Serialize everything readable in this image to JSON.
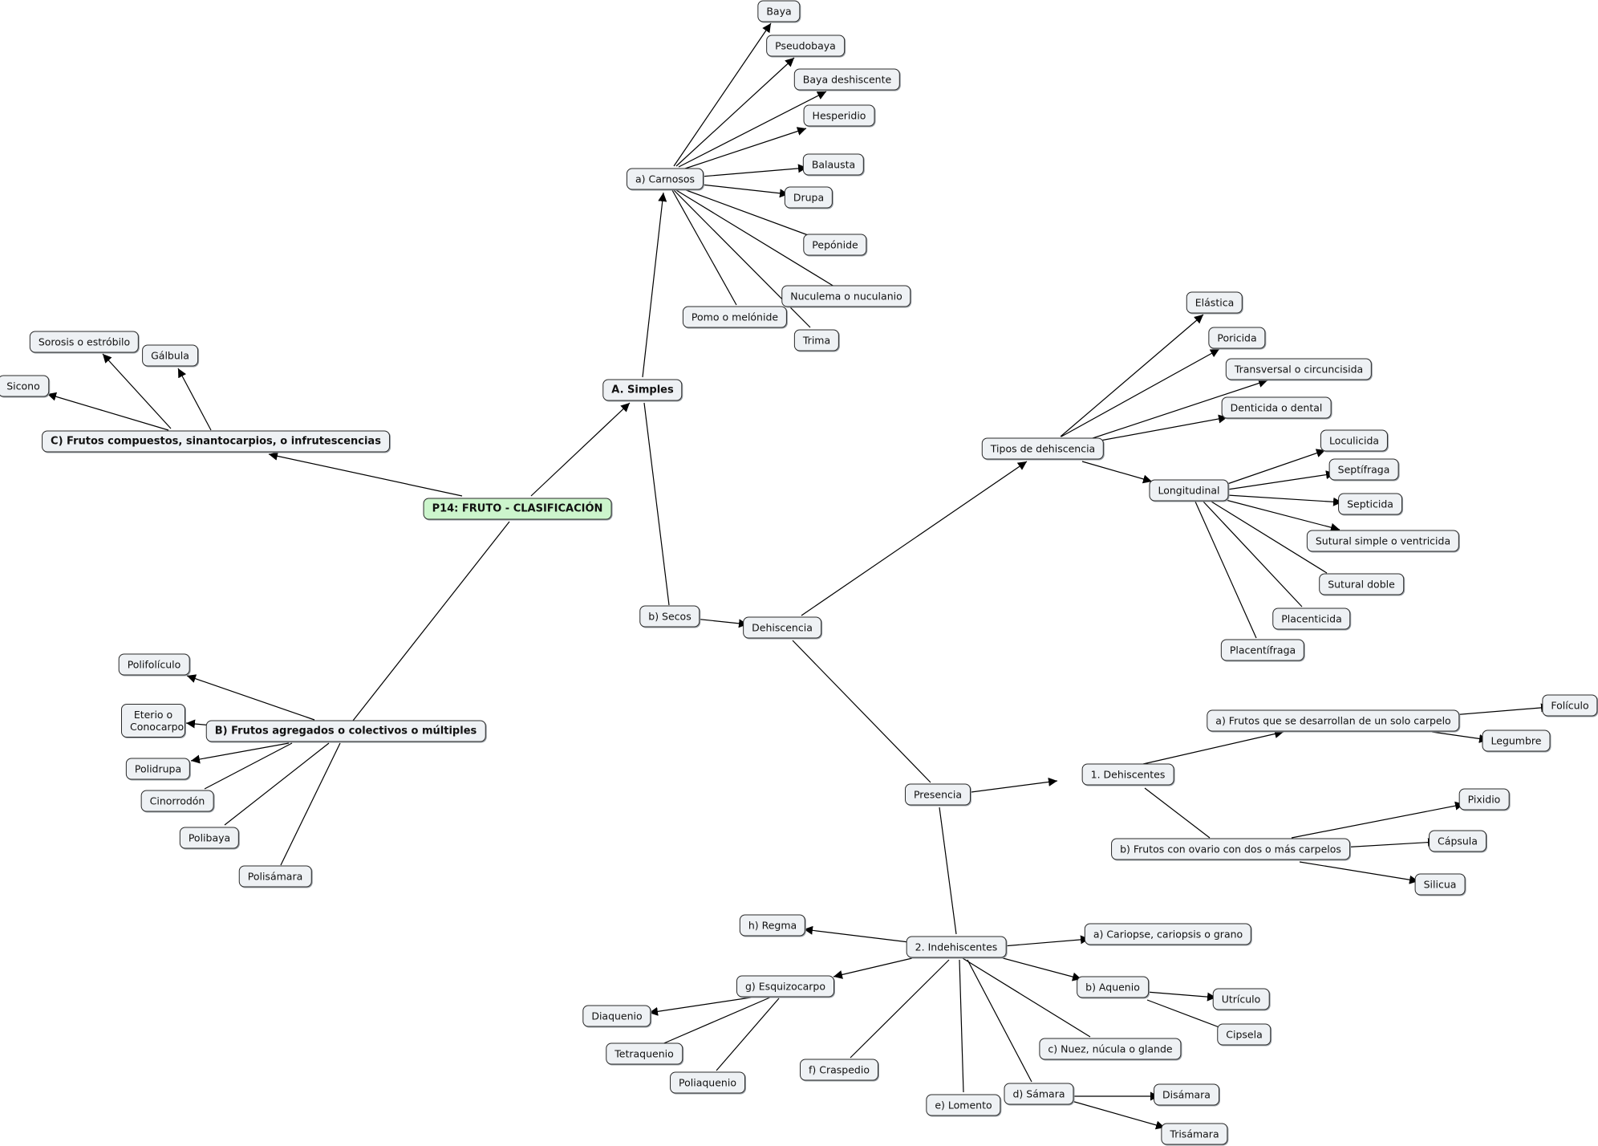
{
  "colors": {
    "root_fill": "#ccf5cc",
    "node_fill": "#eef1f4",
    "line": "#000000"
  },
  "nodes": {
    "root": "P14: FRUTO - CLASIFICACIÓN",
    "simples": "A. Simples",
    "agregados": "B) Frutos agregados o colectivos o múltiples",
    "compuestos": "C) Frutos compuestos, sinantocarpios, o infrutescencias",
    "carnosos": "a) Carnosos",
    "secos": "b) Secos",
    "baya": "Baya",
    "pseudobaya": "Pseudobaya",
    "baya_dehiscente": "Baya deshiscente",
    "hesperidio": "Hesperidio",
    "balausta": "Balausta",
    "drupa": "Drupa",
    "peponide": "Pepónide",
    "nuculema": "Nuculema o nuculanio",
    "pomo": "Pomo o melónide",
    "trima": "Trima",
    "sorosis": "Sorosis o estróbilo",
    "galbula": "Gálbula",
    "sicono": "Sicono",
    "polifoliculo": "Polifolículo",
    "eterio": "Eterio o Conocarpo",
    "polidrupa": "Polidrupa",
    "cinorrodon": "Cinorrodón",
    "polibaya": "Polibaya",
    "polisamara": "Polisámara",
    "dehiscencia": "Dehiscencia",
    "tipos": "Tipos de dehiscencia",
    "elastica": "Elástica",
    "poricida": "Poricida",
    "transversal": "Transversal o circuncisida",
    "denticida": "Denticida o dental",
    "longitudinal": "Longitudinal",
    "loculicida": "Loculicida",
    "septifraga": "Septífraga",
    "septicida": "Septicida",
    "sutural_simple": "Sutural simple o ventricida",
    "sutural_doble": "Sutural doble",
    "placenticida": "Placenticida",
    "placentifraga": "Placentífraga",
    "presencia": "Presencia",
    "dehiscentes": "1. Dehiscentes",
    "un_carpelo": "a) Frutos que se desarrollan de un solo carpelo",
    "foliculo": "Folículo",
    "legumbre": "Legumbre",
    "dos_carpelos": "b) Frutos con ovario con dos o más carpelos",
    "pixidio": "Pixidio",
    "capsula": "Cápsula",
    "silicua": "Silicua",
    "indehiscentes": "2. Indehiscentes",
    "regma": "h) Regma",
    "cariopse": "a) Cariopse, cariopsis o grano",
    "esquizocarpo": "g) Esquizocarpo",
    "aquenio": "b) Aquenio",
    "utriculo": "Utrículo",
    "cipsela": "Cipsela",
    "diaquenio": "Diaquenio",
    "tetraquenio": "Tetraquenio",
    "poliaquenio": "Poliaquenio",
    "nuez": "c) Nuez, núcula o glande",
    "craspedio": "f) Craspedio",
    "lomento": "e) Lomento",
    "samara": "d) Sámara",
    "disamara": "Disámara",
    "trisamara": "Trisámara"
  }
}
